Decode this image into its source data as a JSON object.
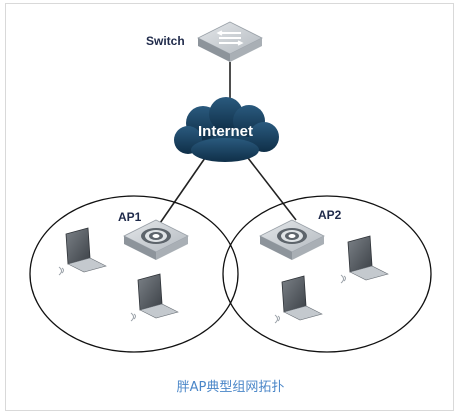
{
  "diagram": {
    "switch_label": "Switch",
    "internet_label": "Internet",
    "ap1_label": "AP1",
    "ap2_label": "AP2",
    "caption": "胖AP典型组网拓扑"
  },
  "colors": {
    "cloud": "#163e5c",
    "device_top": "#c9ced3",
    "device_side": "#8d949b",
    "caption": "#4a86c8",
    "outline": "#222222"
  }
}
